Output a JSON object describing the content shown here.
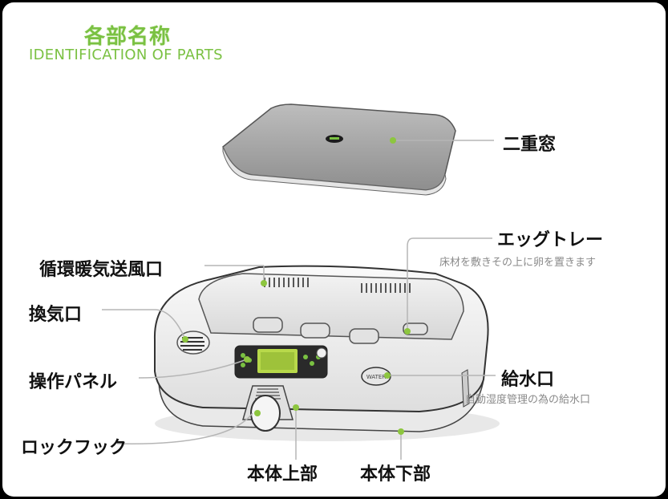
{
  "header": {
    "title_jp": "各部名称",
    "title_en": "IDENTIFICATION OF PARTS"
  },
  "parts": {
    "double_window": {
      "label": "二重窓"
    },
    "egg_tray": {
      "label": "エッグトレー",
      "note": "床材を敷きその上に卵を置きます"
    },
    "circulation_vent": {
      "label": "循環暖気送風口"
    },
    "air_vent": {
      "label": "換気口"
    },
    "control_panel": {
      "label": "操作パネル"
    },
    "water_inlet": {
      "label": "給水口",
      "note": "自動湿度管理の為の給水口",
      "cap_text": "WATER"
    },
    "lock_hook": {
      "label": "ロックフック"
    },
    "body_upper": {
      "label": "本体上部"
    },
    "body_lower": {
      "label": "本体下部"
    }
  },
  "colors": {
    "accent_green": "#7ac142",
    "leader_line": "#b5b5b5",
    "marker_dot": "#8dc63f",
    "background": "#000000",
    "panel": "#ffffff"
  }
}
